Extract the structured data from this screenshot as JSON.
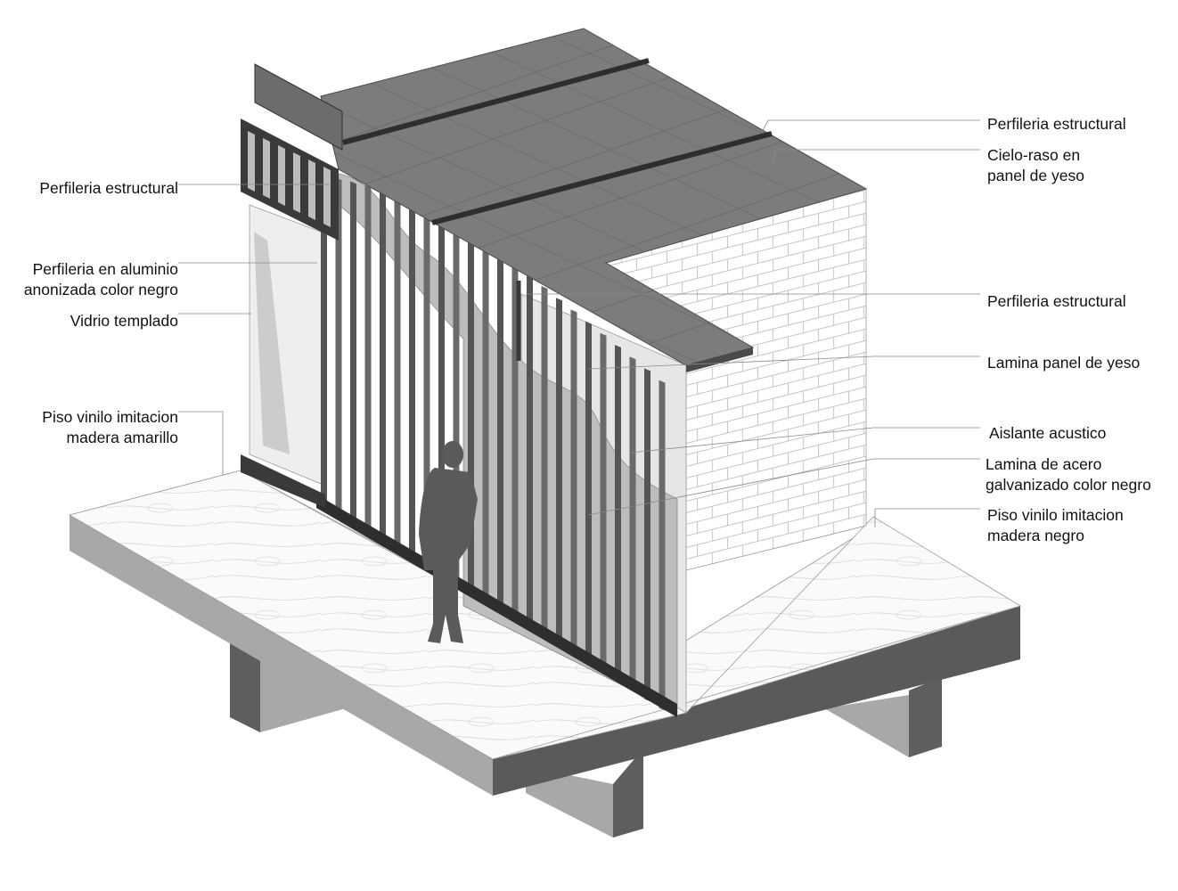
{
  "labels_left": [
    {
      "id": "perfileria-estructural-left",
      "lines": [
        "Perfileria estructural"
      ]
    },
    {
      "id": "perfileria-aluminio",
      "lines": [
        "Perfileria en aluminio",
        "anonizada color negro"
      ]
    },
    {
      "id": "vidrio-templado",
      "lines": [
        "Vidrio templado"
      ]
    },
    {
      "id": "piso-vinilo-amarillo",
      "lines": [
        "Piso vinilo imitacion",
        "madera amarillo"
      ]
    }
  ],
  "labels_right": [
    {
      "id": "perfileria-estructural-top",
      "lines": [
        "Perfileria estructural"
      ]
    },
    {
      "id": "cielo-raso",
      "lines": [
        "Cielo-raso en",
        "panel de yeso"
      ]
    },
    {
      "id": "perfileria-estructural-mid",
      "lines": [
        "Perfileria estructural"
      ]
    },
    {
      "id": "lamina-panel-yeso",
      "lines": [
        "Lamina panel de yeso"
      ]
    },
    {
      "id": "aislante-acustico",
      "lines": [
        "Aislante acustico"
      ]
    },
    {
      "id": "lamina-acero",
      "lines": [
        "Lamina de acero",
        "galvanizado color negro"
      ]
    },
    {
      "id": "piso-vinilo-negro",
      "lines": [
        "Piso vinilo imitacion",
        "madera negro"
      ]
    }
  ],
  "colors": {
    "ceiling": "#7a7a7a",
    "ceiling_dark": "#4a4a4a",
    "slab_dark": "#5a5a5a",
    "beam_light": "#a8a8a8",
    "beam_dark": "#5e5e5e",
    "floor": "#f4f4f4",
    "insulation": "#bdbdbd",
    "gypsum": "#e6e6e6",
    "slats": "#6a6a6a",
    "leader": "#8a8a8a"
  }
}
